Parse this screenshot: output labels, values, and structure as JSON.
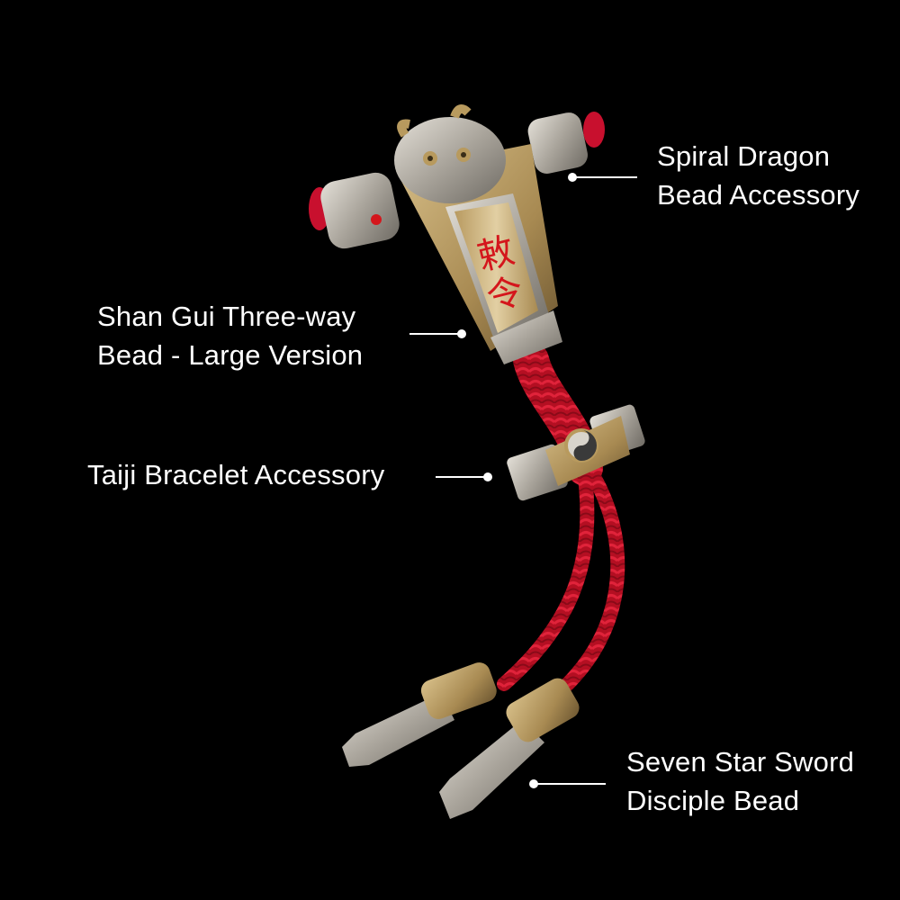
{
  "image": {
    "background_color": "#000000",
    "subject": "red braided cord bracelet with silver and brass beads",
    "colors": {
      "cord_red": "#c8102e",
      "silver": "#c9c4bb",
      "brass": "#b89a5e",
      "inscription_red": "#d4161c"
    }
  },
  "callouts": [
    {
      "id": "spiral-dragon",
      "lines": [
        "Spiral Dragon",
        "Bead Accessory"
      ]
    },
    {
      "id": "shan-gui",
      "lines": [
        "Shan Gui Three-way",
        "Bead - Large Version"
      ]
    },
    {
      "id": "taiji",
      "lines": [
        "Taiji Bracelet Accessory"
      ]
    },
    {
      "id": "seven-star",
      "lines": [
        "Seven Star Sword",
        "Disciple Bead"
      ]
    }
  ]
}
